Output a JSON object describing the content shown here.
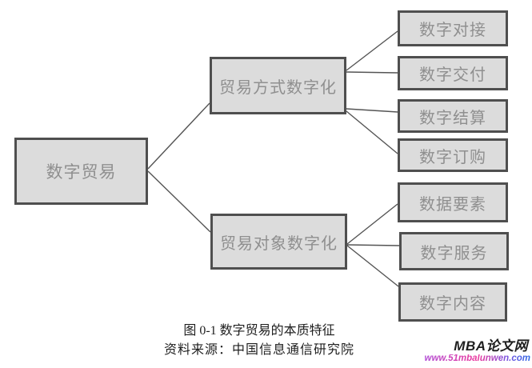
{
  "diagram": {
    "root": {
      "label": "数字贸易"
    },
    "branches": [
      {
        "label": "贸易方式数字化",
        "children": [
          "数字对接",
          "数字交付",
          "数字结算",
          "数字订购"
        ]
      },
      {
        "label": "贸易对象数字化",
        "children": [
          "数据要素",
          "数字服务",
          "数字内容"
        ]
      }
    ]
  },
  "caption": {
    "figure": "图 0-1 数字贸易的本质特征",
    "source": "资料来源：中国信息通信研究院"
  },
  "watermark": {
    "site_name": "MBA论文网",
    "site_url": "www.51mbalunwen.com"
  },
  "colors": {
    "box_fill": "#dcdcdc",
    "box_border": "#4f4f4f",
    "box_text": "#8f8f8f",
    "connector_line": "#545454",
    "caption_text": "#1f1f1f",
    "watermark_name": "#1e1e1e",
    "url_gradient": [
      "#b04ad4",
      "#ec3a9e",
      "#2f6ae6"
    ]
  }
}
